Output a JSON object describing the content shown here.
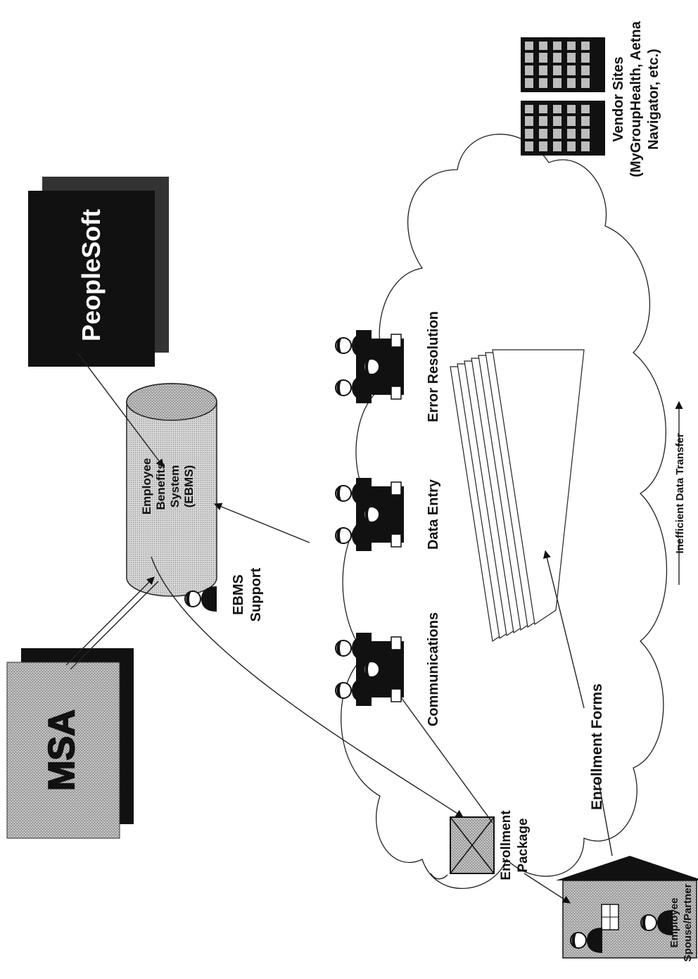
{
  "systems": {
    "msa": "MSA",
    "peoplesoft": "PeopleSoft",
    "ebms": [
      "Employee",
      "Benefits",
      "System",
      "(EBMS)"
    ]
  },
  "roles": {
    "ebms_support": [
      "EBMS",
      "Support"
    ],
    "communications": "Communications",
    "data_entry": "Data Entry",
    "error_resolution": "Error Resolution"
  },
  "documents": {
    "enrollment_forms": "Enrollment Forms",
    "enrollment_package": [
      "Enrollment",
      "Package"
    ]
  },
  "people": {
    "employee": [
      "Employee",
      "Spouse/Partner"
    ]
  },
  "vendors": {
    "label": [
      "Vendor Sites",
      "(MyGroupHealth, Aetna",
      "Navigator, etc.)"
    ]
  },
  "legend": {
    "label": "Inefficient Data Transfer"
  },
  "colors": {
    "ink": "#111111",
    "shade": "#9a9a9a",
    "dark_box": "#111111"
  }
}
